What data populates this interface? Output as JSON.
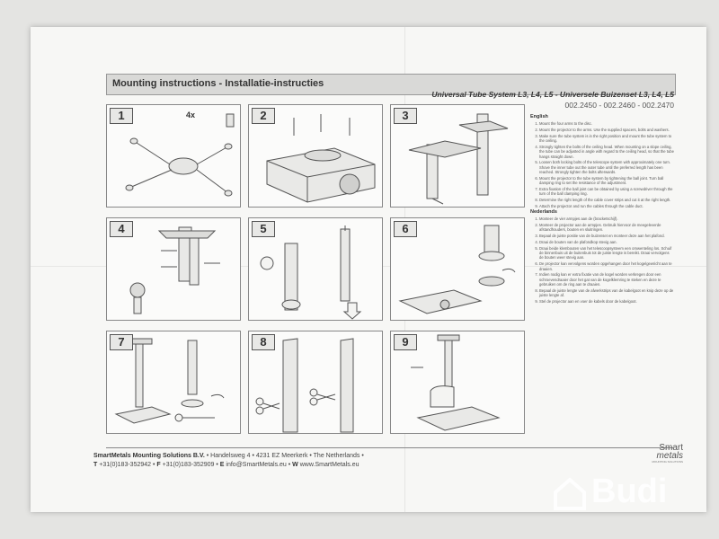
{
  "header": {
    "title": "Mounting instructions - Installatie-instructies",
    "subtitle": "Universal Tube System L3, L4, L5 - Universele Buizenset L3, L4, L5",
    "codes": "002.2450 - 002.2460 - 002.2470"
  },
  "panels": [
    {
      "num": "1",
      "qty": "4x"
    },
    {
      "num": "2"
    },
    {
      "num": "3"
    },
    {
      "num": "4"
    },
    {
      "num": "5"
    },
    {
      "num": "6"
    },
    {
      "num": "7"
    },
    {
      "num": "8"
    },
    {
      "num": "9"
    }
  ],
  "instructions": {
    "english_heading": "English",
    "english": [
      "Mount the four arms to the disc.",
      "Mount the projector to the arms. Use the supplied spacers, bolts and washers.",
      "Make sure the tube system is in the right position and mount the tube system to the ceiling.",
      "Strongly tighten the bolts of the ceiling head. When mounting on a slope ceiling, the tube can be adjusted in angle with regard to the ceiling head, so that the tube hangs straight down.",
      "Loosen both locking bolts of the telescope system with approximately one turn. Shove the inner tube out the outer tube until the preferred length has been reached. Strongly tighten the bolts afterwards.",
      "Mount the projector to the tube system by tightening the ball joint. Turn ball damping ring to set the resistance of the adjustment.",
      "Extra fixation of the ball joint can be obtained by using a screwdriver through the turn of the ball clamping ring.",
      "Determine the right length of the cable cover strips and cut it at the right length.",
      "Attach the projector and run the cables through the cable duct."
    ],
    "dutch_heading": "Nederlands",
    "dutch": [
      "Monteer de vier armpjes aan de (bracketschijf).",
      "Monteer de projector aan de armpjes. Gebruik hiervoor de meegeleverde afstandhouders, bouten en sluitringen.",
      "Bepaal de juiste positie van de buizenset en monteer deze aan het plafond.",
      "Draai de bouten van de plafondkop stevig aan.",
      "Draai beide klembouten van het telescoopsysteem een omwenteling los. Schuif de binnenbuis uit de buitenbuis tot de juiste lengte is bereikt. Draai vervolgens de bouten weer stevig aan.",
      "De projector kan vervolgens worden opgehangen door het kogelgewricht aan te draaien.",
      "Indien nodig kan er extra fixatie van de kogel worden verkregen door een schroevendraaier door het gat van de kogelklemring te steken en deze te gebruiken om de ring aan te draaien.",
      "Bepaal de juiste lengte van de afwerkstrips van de kabelgoot en knip deze op de juiste lengte af.",
      "Stel de projector aan en voer de kabels door de kabelgoot."
    ]
  },
  "footer": {
    "company": "SmartMetals Mounting Solutions B.V.",
    "address": "• Handelsweg 4 • 4231 EZ Meerkerk • The Netherlands •",
    "t_label": "T",
    "phone": "+31(0)183-352942",
    "f_label": "F",
    "fax": "+31(0)183-352909",
    "e_label": "E",
    "email": "info@SmartMetals.eu",
    "w_label": "W",
    "web": "www.SmartMetals.eu"
  },
  "logo": {
    "line1": "Smart",
    "line2": "metals",
    "tagline": "MOUNTING SOLUTIONS"
  },
  "watermark": {
    "text": "Budi"
  },
  "colors": {
    "paper": "#f7f7f5",
    "border": "#888888",
    "text": "#333333"
  }
}
